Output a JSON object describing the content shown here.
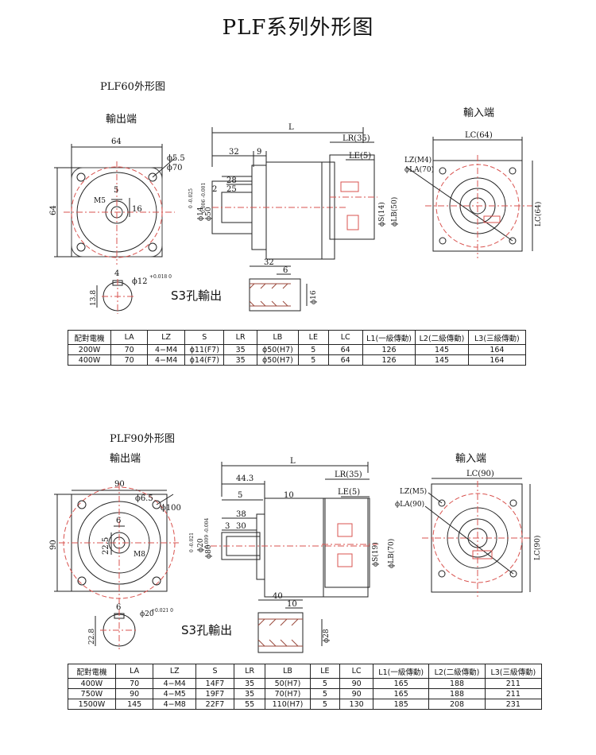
{
  "page_title": "PLF系列外形图",
  "plf60": {
    "section_title": "PLF60外形图",
    "output_label": "輸出端",
    "input_label": "輸入端",
    "s3_label": "S3孔輸出",
    "dims": {
      "front_width": "64",
      "front_height": "64",
      "hole_dia": "ϕ5.5",
      "pcd": "ϕ70",
      "m_thread": "M5",
      "key_w": "5",
      "key_h": "16",
      "L": "L",
      "d32": "32",
      "d9": "9",
      "d28": "28",
      "d25": "25",
      "d2": "2",
      "pilot": "ϕ50",
      "pilot_tol": "0 -0.025",
      "shaft": "ϕ14",
      "shaft_tol": "0.006 -0.001",
      "LR": "LR(35)",
      "LE": "LE(5)",
      "S": "ϕS(14)",
      "LB": "ϕLB(50)",
      "LC": "LC(64)",
      "LZ": "LZ(M4)",
      "LA": "ϕLA(70)",
      "LC_v": "LC(64)",
      "key_top": "4",
      "shaft_sec": "ϕ12",
      "shaft_sec_tol": "+0.018 0",
      "sec_h": "13.8",
      "s3_len": "32",
      "s3_depth": "6",
      "s3_bore": "ϕ16"
    },
    "table": {
      "headers": [
        "配對電機",
        "LA",
        "LZ",
        "S",
        "LR",
        "LB",
        "LE",
        "LC",
        "L1(一級傳動)",
        "L2(二級傳動)",
        "L3(三級傳動)"
      ],
      "rows": [
        [
          "200W",
          "70",
          "4−M4",
          "ϕ11(F7)",
          "35",
          "ϕ50(H7)",
          "5",
          "64",
          "126",
          "145",
          "164"
        ],
        [
          "400W",
          "70",
          "4−M4",
          "ϕ14(F7)",
          "35",
          "ϕ50(H7)",
          "5",
          "64",
          "126",
          "145",
          "164"
        ]
      ]
    }
  },
  "plf90": {
    "section_title": "PLF90外形图",
    "output_label": "輸出端",
    "input_label": "輸入端",
    "s3_label": "S3孔輸出",
    "dims": {
      "front_width": "90",
      "front_height": "90",
      "hole_dia": "ϕ6.5",
      "pcd": "ϕ100",
      "m_thread": "M8",
      "key_w": "6",
      "key_h": "22.5",
      "L": "L",
      "d44": "44.3",
      "d5": "5",
      "d10": "10",
      "d38": "38",
      "d3": "3",
      "d30": "30",
      "pilot": "ϕ80",
      "pilot_tol": "0 -0.021",
      "shaft": "ϕ20",
      "shaft_tol": "0.009 -0.004",
      "LR": "LR(35)",
      "LE": "LE(5)",
      "S": "ϕS(19)",
      "LB": "ϕLB(70)",
      "LC": "LC(90)",
      "LZ": "LZ(M5)",
      "LA": "ϕLA(90)",
      "LC_v": "LC(90)",
      "key_top": "6",
      "shaft_sec": "ϕ20",
      "shaft_sec_tol": "+0.021 0",
      "sec_h": "22.8",
      "s3_len": "40",
      "s3_depth": "10",
      "s3_bore": "ϕ28"
    },
    "table": {
      "headers": [
        "配對電機",
        "LA",
        "LZ",
        "S",
        "LR",
        "LB",
        "LE",
        "LC",
        "L1(一級傳動)",
        "L2(二級傳動)",
        "L3(三級傳動)"
      ],
      "rows": [
        [
          "400W",
          "70",
          "4−M4",
          "14F7",
          "35",
          "50(H7)",
          "5",
          "90",
          "165",
          "188",
          "211"
        ],
        [
          "750W",
          "90",
          "4−M5",
          "19F7",
          "35",
          "70(H7)",
          "5",
          "90",
          "165",
          "188",
          "211"
        ],
        [
          "1500W",
          "145",
          "4−M8",
          "22F7",
          "55",
          "110(H7)",
          "5",
          "130",
          "185",
          "208",
          "231"
        ]
      ]
    }
  },
  "colors": {
    "line": "#222222",
    "center_line": "#d9534f",
    "hidden_line": "#d9534f",
    "hatch": "#9b4a3c"
  }
}
